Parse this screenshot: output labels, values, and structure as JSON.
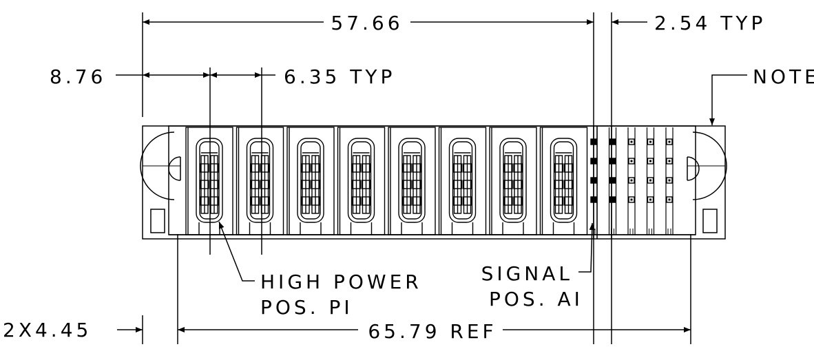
{
  "dimensions": {
    "overall_width": "57.66",
    "signal_pitch": "2.54 TYP",
    "first_offset": "8.76",
    "power_pitch": "6.35 TYP",
    "mount_holes": "2X4.45",
    "reference_length": "65.79 REF"
  },
  "callouts": {
    "note": "NOTE I",
    "high_power_line1": "HIGH POWER",
    "high_power_line2": "POS. PI",
    "signal_line1": "SIGNAL",
    "signal_line2": "POS. AI"
  },
  "counts": {
    "power_slots": 8,
    "signal_columns": 5,
    "signal_rows": 4
  },
  "colors": {
    "line": "#000000",
    "background": "#ffffff"
  }
}
